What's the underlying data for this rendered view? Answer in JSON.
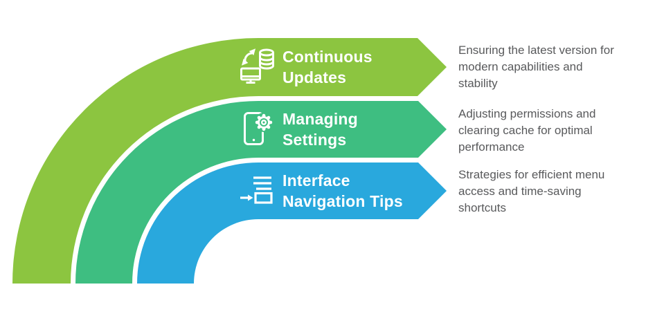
{
  "background_color": "#ffffff",
  "title_text_color": "#ffffff",
  "description_text_color": "#58595b",
  "bands": [
    {
      "title_lines": [
        "Continuous",
        "Updates"
      ],
      "description_lines": [
        "Ensuring the latest version for",
        "modern capabilities and",
        "stability"
      ],
      "color": "#8cc540",
      "icon": "computer-database-sync-icon"
    },
    {
      "title_lines": [
        "Managing",
        "Settings"
      ],
      "description_lines": [
        "Adjusting permissions and",
        "clearing cache for optimal",
        "performance"
      ],
      "color": "#3ebe81",
      "icon": "phone-settings-gear-icon"
    },
    {
      "title_lines": [
        "Interface",
        "Navigation Tips"
      ],
      "description_lines": [
        "Strategies for efficient menu",
        "access and time-saving",
        "shortcuts"
      ],
      "color": "#29a8dd",
      "icon": "menu-navigation-arrow-icon"
    }
  ]
}
